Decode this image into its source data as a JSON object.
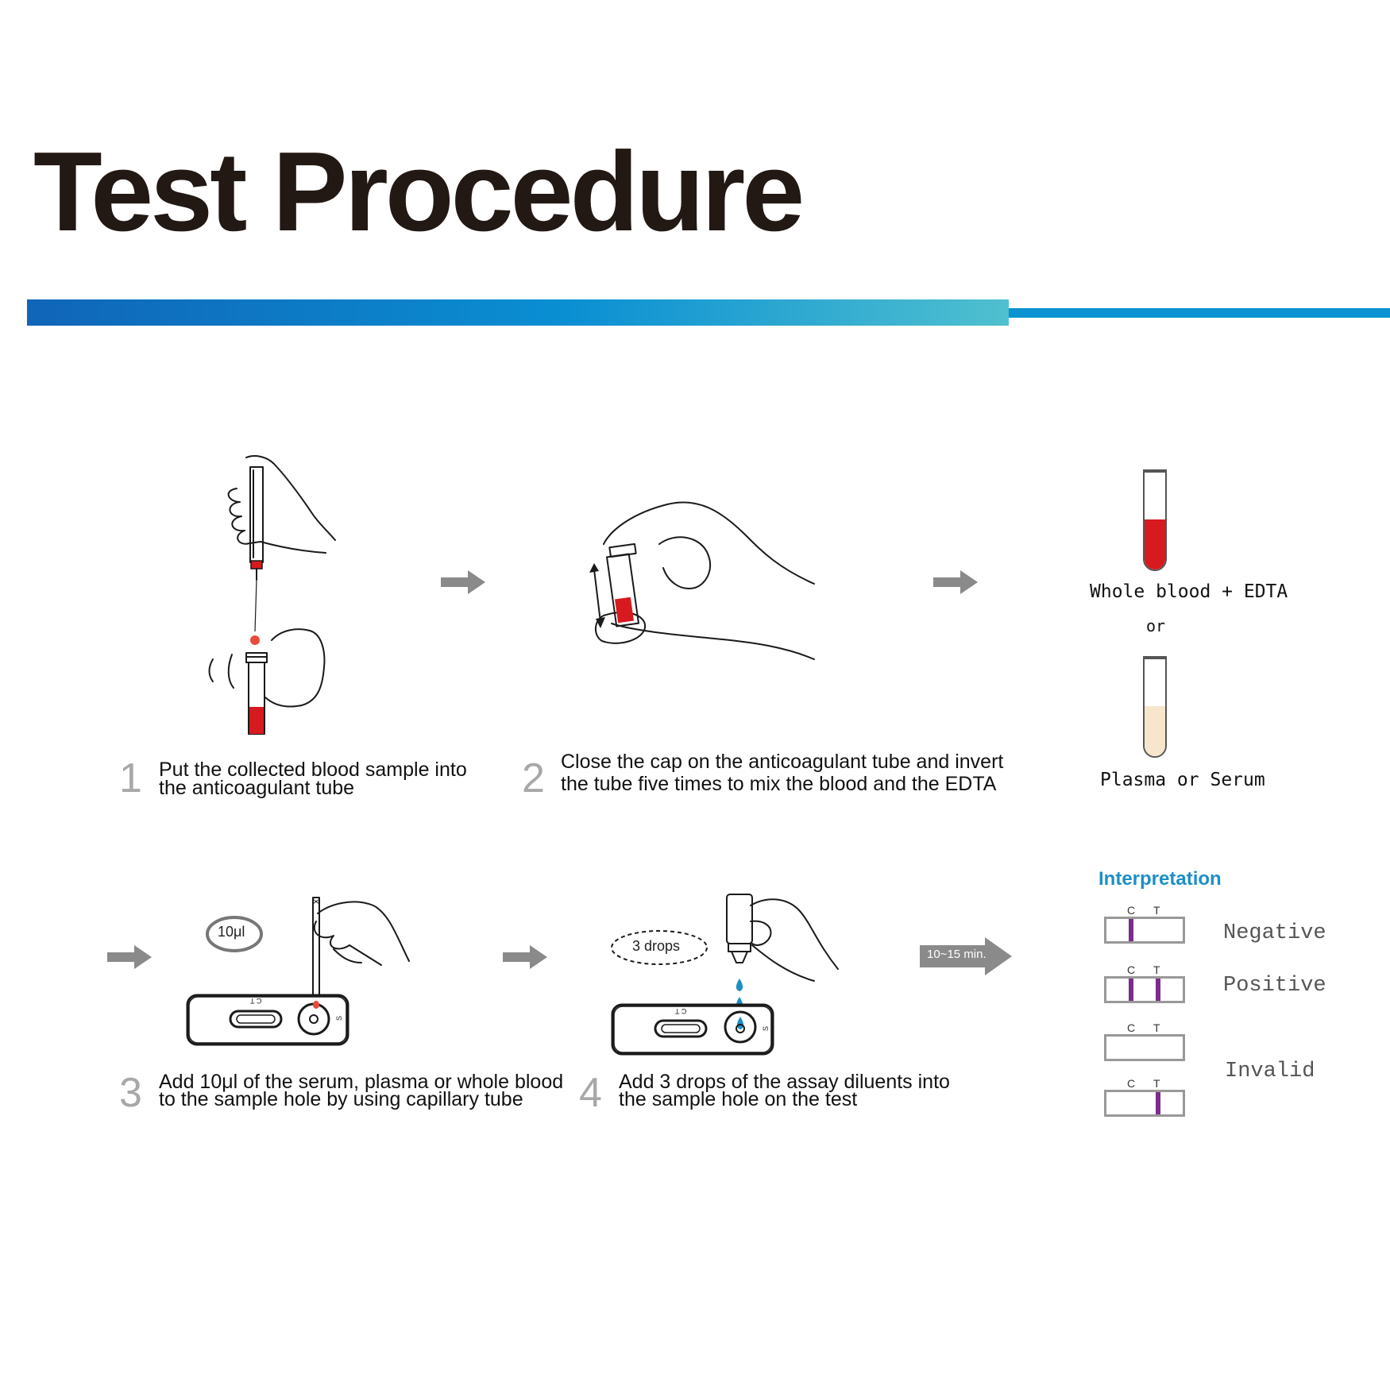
{
  "title": "Test Procedure",
  "colors": {
    "bar_start": "#1065b8",
    "bar_end": "#4fc0cf",
    "blood": "#d71920",
    "plasma": "#f7e6cc",
    "test_line": "#7b2d8e",
    "arrow": "#8a8a8a",
    "interpretation": "#1d8fc6"
  },
  "steps": [
    {
      "number": "1",
      "line1": "Put the collected blood sample into",
      "line2": "the anticoagulant tube"
    },
    {
      "number": "2",
      "line1": "Close the cap on the anticoagulant tube and invert",
      "line2": "the tube five times to mix the blood and the EDTA"
    },
    {
      "number": "3",
      "line1": "Add 10μl of the serum, plasma or whole blood",
      "line2": "to the sample hole by using capillary tube"
    },
    {
      "number": "4",
      "line1": "Add 3 drops of the assay diluents into",
      "line2": "the sample hole on the test"
    }
  ],
  "samples": {
    "whole_blood": "Whole blood + EDTA",
    "or": "or",
    "plasma": "Plasma or Serum"
  },
  "badges": {
    "volume": "10μl",
    "drops": "3 drops",
    "time": "10~15 min."
  },
  "cassette_marks": {
    "c": "C",
    "t": "T",
    "s": "S"
  },
  "interpretation": {
    "title": "Interpretation",
    "results": [
      {
        "label": "Negative",
        "c_line": true,
        "t_line": false
      },
      {
        "label": "Positive",
        "c_line": true,
        "t_line": true
      },
      {
        "label": "Invalid",
        "c_line": false,
        "t_line": false
      },
      {
        "label": "",
        "c_line": false,
        "t_line": true
      }
    ]
  }
}
